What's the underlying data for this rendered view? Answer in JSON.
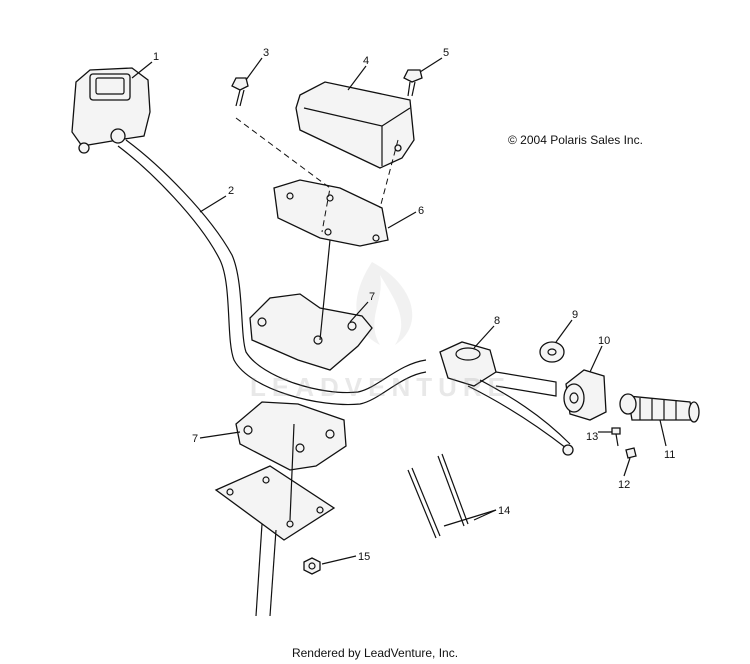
{
  "copyright": "© 2004 Polaris Sales Inc.",
  "footer": "Rendered by LeadVenture, Inc.",
  "watermark": "LEADVENTURE",
  "callouts": [
    "1",
    "2",
    "3",
    "4",
    "5",
    "6",
    "7",
    "7",
    "8",
    "9",
    "10",
    "11",
    "12",
    "13",
    "14",
    "15"
  ]
}
